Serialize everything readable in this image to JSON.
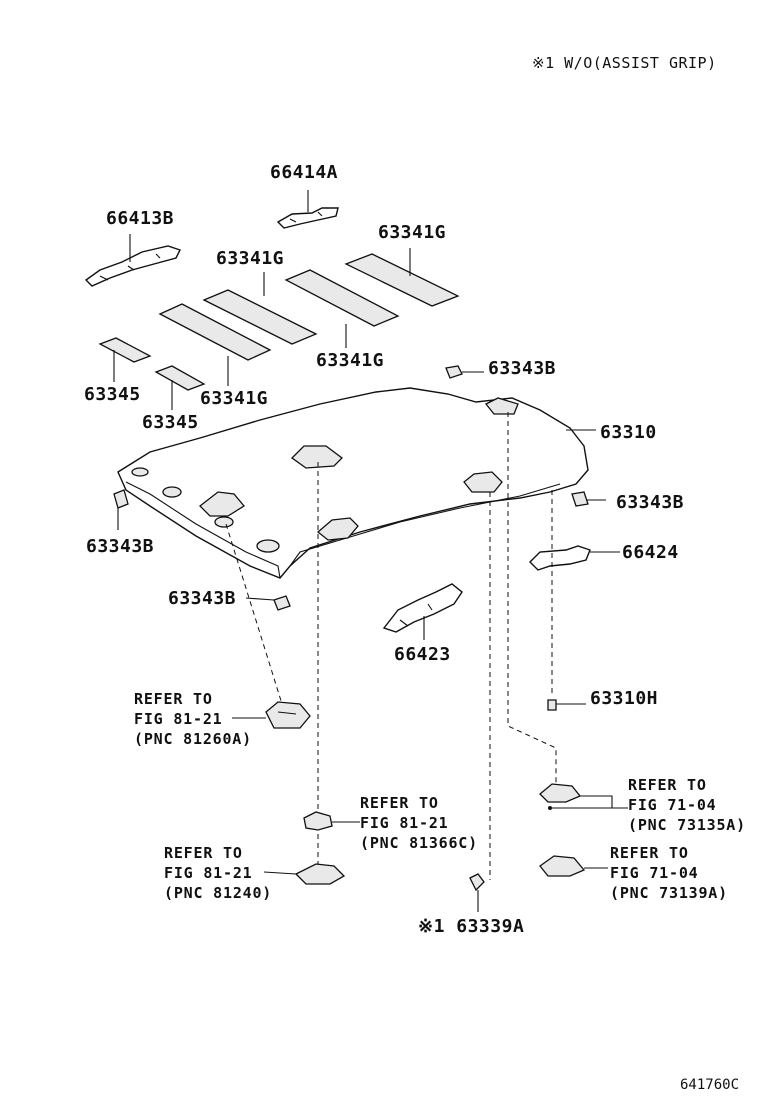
{
  "note": "※1  W/O(ASSIST GRIP)",
  "diagram_code": "641760C",
  "parts": [
    {
      "id": "66414A",
      "label": "66414A"
    },
    {
      "id": "66413B",
      "label": "66413B"
    },
    {
      "id": "63341G_a",
      "label": "63341G"
    },
    {
      "id": "63341G_b",
      "label": "63341G"
    },
    {
      "id": "63341G_c",
      "label": "63341G"
    },
    {
      "id": "63341G_d",
      "label": "63341G"
    },
    {
      "id": "63345_a",
      "label": "63345"
    },
    {
      "id": "63345_b",
      "label": "63345"
    },
    {
      "id": "63343B_a",
      "label": "63343B"
    },
    {
      "id": "63343B_b",
      "label": "63343B"
    },
    {
      "id": "63343B_c",
      "label": "63343B"
    },
    {
      "id": "63343B_d",
      "label": "63343B"
    },
    {
      "id": "63310",
      "label": "63310"
    },
    {
      "id": "66424",
      "label": "66424"
    },
    {
      "id": "66423",
      "label": "66423"
    },
    {
      "id": "63310H",
      "label": "63310H"
    },
    {
      "id": "63339A",
      "label": "※1 63339A"
    }
  ],
  "refs": [
    {
      "id": "ref_81260A",
      "lines": [
        "REFER TO",
        "FIG 81-21",
        "(PNC 81260A)"
      ]
    },
    {
      "id": "ref_81366C",
      "lines": [
        "REFER TO",
        "FIG 81-21",
        "(PNC 81366C)"
      ]
    },
    {
      "id": "ref_81240",
      "lines": [
        "REFER TO",
        "FIG 81-21",
        "(PNC 81240)"
      ]
    },
    {
      "id": "ref_73135A",
      "lines": [
        "REFER TO",
        "FIG 71-04",
        "(PNC 73135A)"
      ]
    },
    {
      "id": "ref_73139A",
      "lines": [
        "REFER TO",
        "FIG 71-04",
        "(PNC 73139A)"
      ]
    }
  ]
}
